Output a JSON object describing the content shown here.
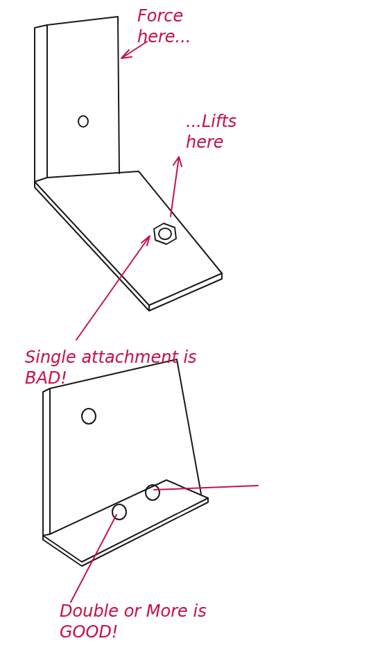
{
  "diagram": {
    "labels": [
      "Force here...",
      "...Lifts here",
      "Single attachment is BAD!",
      "Double or More is GOOD!"
    ]
  }
}
